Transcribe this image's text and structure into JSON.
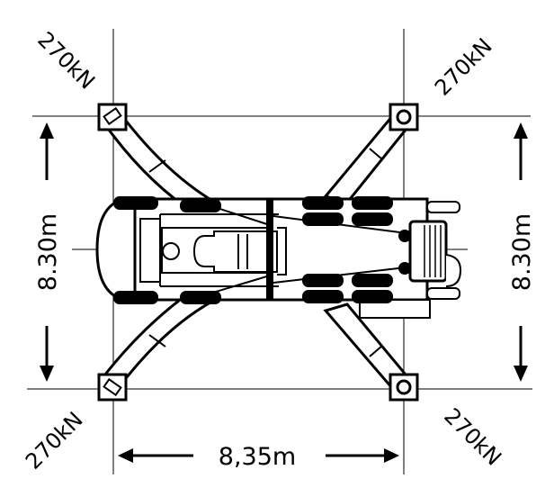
{
  "diagram": {
    "loads": {
      "top_left": "270kN",
      "top_right": "270kN",
      "bottom_left": "270kN",
      "bottom_right": "270kN"
    },
    "dimensions": {
      "width_label": "8,35m",
      "height_left_label": "8.30m",
      "height_right_label": "8.30m"
    },
    "colors": {
      "line": "#000000",
      "background": "#ffffff"
    }
  }
}
